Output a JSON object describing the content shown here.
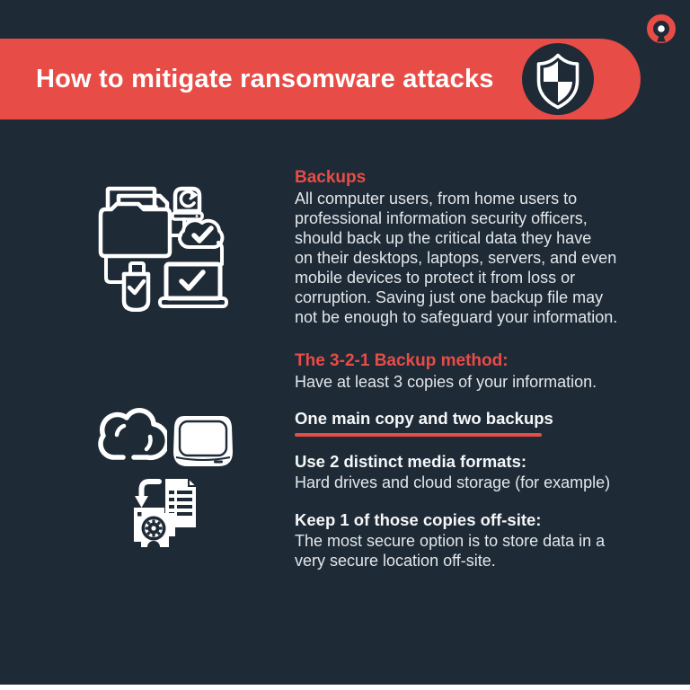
{
  "header": {
    "title": "How to mitigate ransomware attacks",
    "badge_icon": "checkered-shield",
    "brand_logo": "ring-dot-logo"
  },
  "colors": {
    "background": "#1e2a36",
    "accent_red": "#e84c47",
    "text_light": "#e3e7ea",
    "white": "#ffffff"
  },
  "icons": [
    {
      "name": "backup-devices-illustration",
      "depicts": "folder, documents, backup drive, cloud with checkmark, usb stick with checkmark, laptop with checkmark"
    },
    {
      "name": "cloud-icon",
      "depicts": "cloud outline"
    },
    {
      "name": "hard-drive-icon",
      "depicts": "external hard drive"
    },
    {
      "name": "file-restore-icon",
      "depicts": "machine with gear, document and restore arrow"
    }
  ],
  "content": {
    "backups": {
      "heading": "Backups",
      "body": "All computer users, from home users to\nprofessional information security officers,\nshould back up the critical data they have\non their desktops, laptops, servers, and even\nmobile devices to protect it from loss or\ncorruption. Saving just one backup file may\nnot be enough to safeguard your information."
    },
    "method": {
      "heading": "The 3-2-1 Backup method:",
      "body": "Have at least 3 copies of your information."
    },
    "rule": {
      "label": "One main copy and two backups"
    },
    "media": {
      "heading": "Use 2 distinct media formats:",
      "body": "Hard drives and cloud storage (for example)"
    },
    "offsite": {
      "heading": "Keep 1 of those copies off-site:",
      "body": "The most secure option is to store data in a\nvery secure location off-site."
    }
  }
}
